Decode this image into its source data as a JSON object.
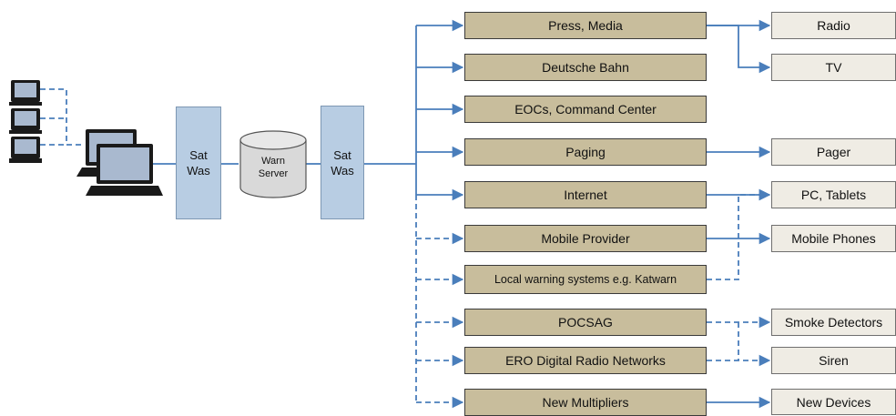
{
  "sources": {
    "sat_was_left": [
      "Sat",
      "Was"
    ],
    "warn_server": [
      "Warn",
      "Server"
    ],
    "sat_was_right": [
      "Sat",
      "Was"
    ]
  },
  "channels": [
    "Press, Media",
    "Deutsche Bahn",
    "EOCs, Command Center",
    "Paging",
    "Internet",
    "Mobile Provider",
    "Local warning systems e.g. Katwarn",
    "POCSAG",
    "ERO Digital Radio Networks",
    "New Multipliers"
  ],
  "endpoints": [
    "Radio",
    "TV",
    "Pager",
    "PC, Tablets",
    "Mobile Phones",
    "Smoke Detectors",
    "Siren",
    "New Devices"
  ],
  "colors": {
    "connector": "#4a7ebb",
    "channel_fill": "#c8bd9c",
    "endpoint_fill": "#efece4",
    "sat_fill": "#b8cde3"
  },
  "icons": [
    "server-rack-icon",
    "laptop-icon",
    "database-icon"
  ]
}
